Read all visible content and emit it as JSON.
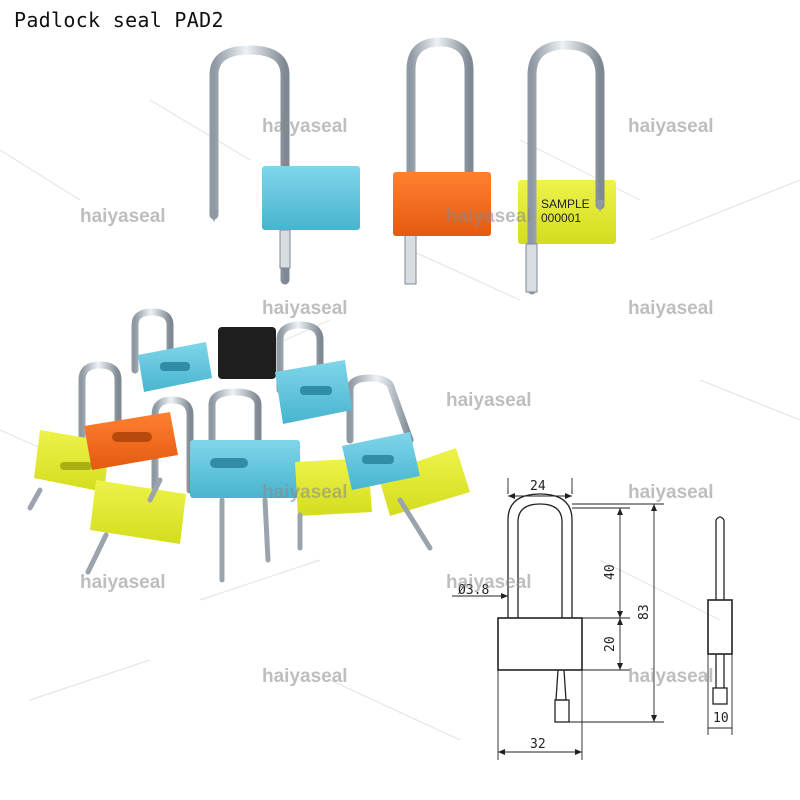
{
  "title": "Padlock seal PAD2",
  "watermark": "haiyaseal",
  "sample_tag": {
    "line1": "SAMPLE",
    "line2": "000001"
  },
  "dimensions": {
    "width_top": "24",
    "diameter": "Ø3.8",
    "shackle_height": "40",
    "body_height": "20",
    "total_height": "83",
    "body_width": "32",
    "side_width": "10"
  },
  "colors": {
    "blue": "#5ec4dc",
    "orange": "#f26a1b",
    "yellow": "#e3ec2a",
    "black": "#1e1e1e",
    "steel": "#c4ccd4"
  }
}
